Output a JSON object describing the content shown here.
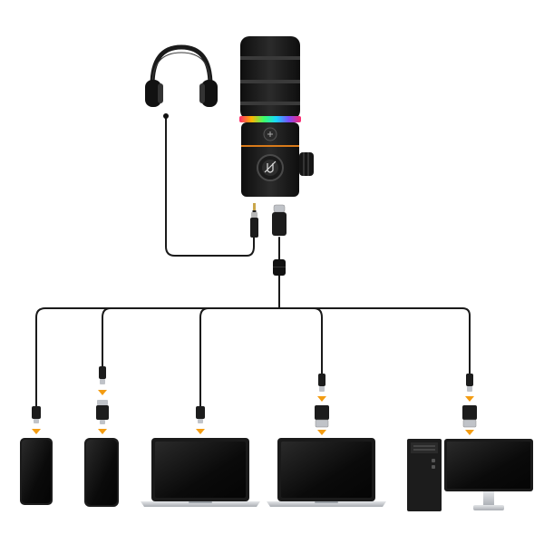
{
  "colors": {
    "background": "#ffffff",
    "cable": "#1a1a1a",
    "arrow": "#f39c12",
    "device_body": "#1c1c1c",
    "screen": "#0d0d0d",
    "laptop_base": "#c9ccd1",
    "monitor_stand": "#d5d7db",
    "rgb_ring": [
      "#ff2a6d",
      "#ffb400",
      "#3bff6b",
      "#18d6ff",
      "#7b4dff",
      "#ff2a6d"
    ]
  },
  "icons": {
    "headphones": "headphones-icon",
    "microphone": "microphone-icon",
    "mute_button": "mute-icon",
    "gain_button": "gain-icon",
    "audio_jack": "3.5mm-jack-icon",
    "usb_c_plug": "usb-c-plug-icon",
    "ferrite_bead": "ferrite-bead-icon",
    "lightning_plug": "lightning-plug-icon",
    "usb_a_plug": "usb-a-plug-icon",
    "adapter": "adapter-icon"
  },
  "targets": [
    {
      "device": "android-phone",
      "icon": "smartphone-icon"
    },
    {
      "device": "iphone",
      "icon": "smartphone-icon"
    },
    {
      "device": "laptop-usb-c",
      "icon": "laptop-icon"
    },
    {
      "device": "laptop-usb-a",
      "icon": "laptop-icon"
    },
    {
      "device": "desktop-pc",
      "icon": "desktop-computer-icon"
    }
  ]
}
